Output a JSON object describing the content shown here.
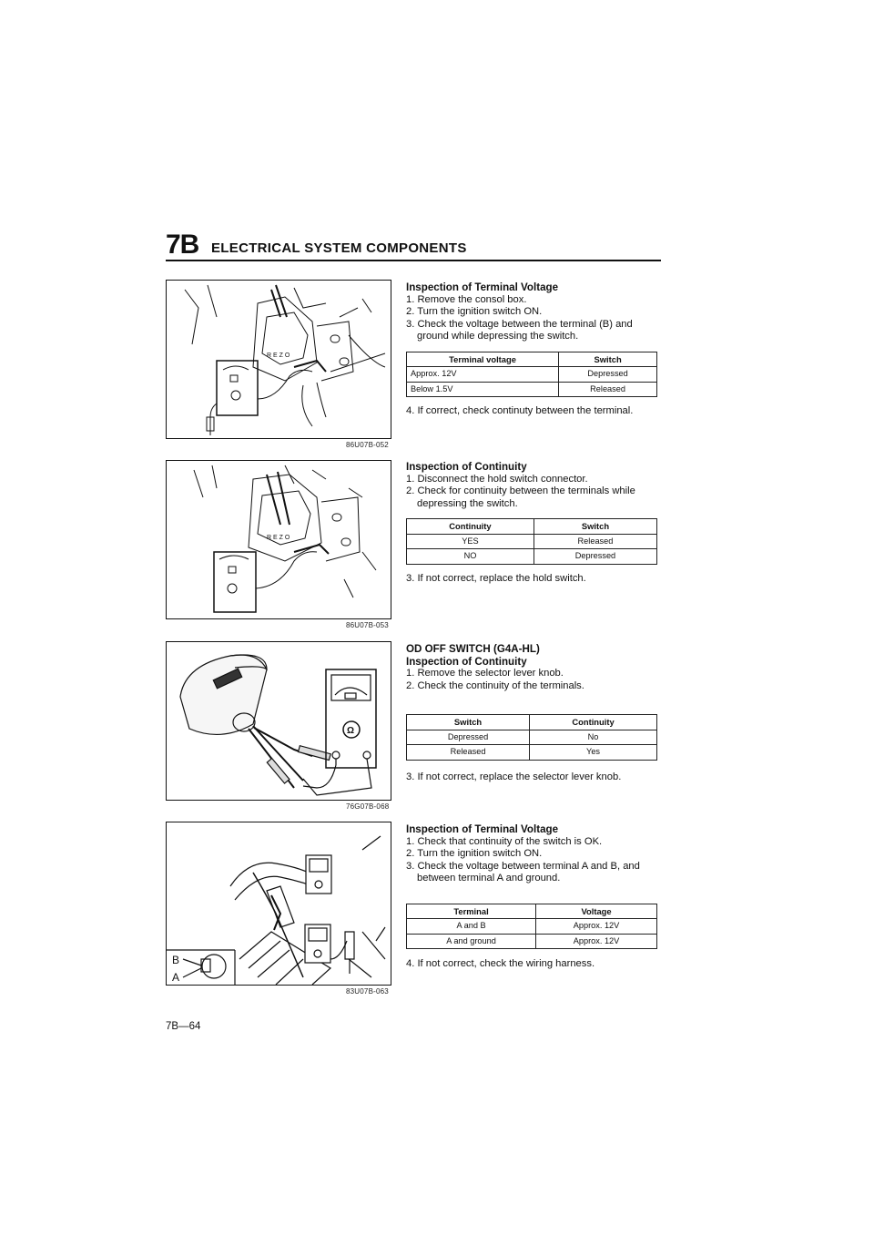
{
  "header": {
    "section": "7B",
    "title": "ELECTRICAL SYSTEM COMPONENTS"
  },
  "figures": [
    {
      "caption": "86U07B-052"
    },
    {
      "caption": "86U07B-053"
    },
    {
      "caption": "76G07B-068"
    },
    {
      "caption": "83U07B-063",
      "labels": {
        "b": "B",
        "a": "A"
      }
    }
  ],
  "sections": [
    {
      "heading": "Inspection of Terminal Voltage",
      "steps": [
        "1. Remove the consol box.",
        "2. Turn the ignition switch ON.",
        "3. Check the voltage between the terminal (B) and ground while depressing the switch."
      ],
      "table": {
        "headers": [
          "Terminal voltage",
          "Switch"
        ],
        "rows": [
          [
            "Approx. 12V",
            "Depressed"
          ],
          [
            "Below 1.5V",
            "Released"
          ]
        ]
      },
      "after": "4. If correct, check continuty between the terminal."
    },
    {
      "heading": "Inspection of Continuity",
      "steps": [
        "1. Disconnect the hold switch connector.",
        "2. Check for continuity between the terminals while depressing the switch."
      ],
      "table": {
        "headers": [
          "Continuity",
          "Switch"
        ],
        "rows": [
          [
            "YES",
            "Released"
          ],
          [
            "NO",
            "Depressed"
          ]
        ]
      },
      "after": "3. If not correct, replace the hold switch."
    },
    {
      "title": "OD OFF SWITCH (G4A-HL)",
      "heading": "Inspection of Continuity",
      "steps": [
        "1. Remove the selector lever knob.",
        "2. Check the continuity of the terminals."
      ],
      "table": {
        "headers": [
          "Switch",
          "Continuity"
        ],
        "rows": [
          [
            "Depressed",
            "No"
          ],
          [
            "Released",
            "Yes"
          ]
        ]
      },
      "after": "3. If not correct, replace the selector lever knob."
    },
    {
      "heading": "Inspection of Terminal Voltage",
      "steps": [
        "1. Check that continuity of the switch is OK.",
        "2. Turn the ignition switch ON.",
        "3. Check the voltage between terminal A and B, and between terminal A and ground."
      ],
      "table": {
        "headers": [
          "Terminal",
          "Voltage"
        ],
        "rows": [
          [
            "A and B",
            "Approx. 12V"
          ],
          [
            "A and ground",
            "Approx. 12V"
          ]
        ]
      },
      "after": "4. If not correct, check the wiring harness."
    }
  ],
  "footer": {
    "page_number": "7B—64"
  }
}
